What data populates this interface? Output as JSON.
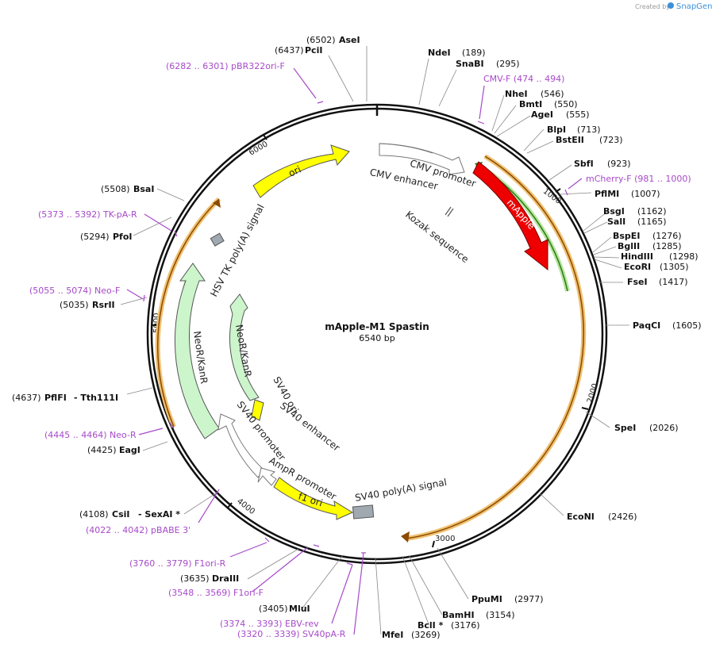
{
  "credit": {
    "prefix": "Created by",
    "brand": "SnapGene"
  },
  "plasmid": {
    "name": "mApple-M1 Spastin",
    "size": "6540 bp"
  },
  "ticks": [
    "1000",
    "2000",
    "3000",
    "4000",
    "5000",
    "6000"
  ],
  "features": {
    "ori": "ori",
    "cmv_enhancer": "CMV enhancer",
    "cmv_promoter": "CMV promoter",
    "kozak": "Kozak sequence",
    "mapple": "mApple",
    "hsv_tk": "HSV TK poly(A) signal",
    "neor1": "NeoR/KanR",
    "neor2": "NeoR/KanR",
    "sv40_ori": "SV40 ori",
    "sv40_enh": "SV40 enhancer",
    "sv40_prom": "SV40 promoter",
    "ampr_prom": "AmpR promoter",
    "f1ori": "f1 ori",
    "sv40pa": "SV40 poly(A) signal"
  },
  "enzymes": {
    "asei": {
      "name": "AseI",
      "pos": "(6502)"
    },
    "pcii": {
      "name": "PciI",
      "pos": "(6437)"
    },
    "ndei": {
      "name": "NdeI",
      "pos": "(189)"
    },
    "snabi": {
      "name": "SnaBI",
      "pos": "(295)"
    },
    "nhei": {
      "name": "NheI",
      "pos": "(546)"
    },
    "bmti": {
      "name": "BmtI",
      "pos": "(550)"
    },
    "agei": {
      "name": "AgeI",
      "pos": "(555)"
    },
    "blpi": {
      "name": "BlpI",
      "pos": "(713)"
    },
    "bsteii": {
      "name": "BstEII",
      "pos": "(723)"
    },
    "sbfi": {
      "name": "SbfI",
      "pos": "(923)"
    },
    "pflmi": {
      "name": "PflMI",
      "pos": "(1007)"
    },
    "bsgi": {
      "name": "BsgI",
      "pos": "(1162)"
    },
    "sali": {
      "name": "SalI",
      "pos": "(1165)"
    },
    "bspei": {
      "name": "BspEI",
      "pos": "(1276)"
    },
    "bglii": {
      "name": "BglII",
      "pos": "(1285)"
    },
    "hindiii": {
      "name": "HindIII",
      "pos": "(1298)"
    },
    "ecori": {
      "name": "EcoRI",
      "pos": "(1305)"
    },
    "fsei": {
      "name": "FseI",
      "pos": "(1417)"
    },
    "paqci": {
      "name": "PaqCI",
      "pos": "(1605)"
    },
    "spei": {
      "name": "SpeI",
      "pos": "(2026)"
    },
    "econi": {
      "name": "EcoNI",
      "pos": "(2426)"
    },
    "ppumi": {
      "name": "PpuMI",
      "pos": "(2977)"
    },
    "bamhi": {
      "name": "BamHI",
      "pos": "(3154)"
    },
    "bcli": {
      "name": "BclI *",
      "pos": "(3176)"
    },
    "mfei": {
      "name": "MfeI",
      "pos": "(3269)"
    },
    "mlui": {
      "name": "MluI",
      "pos": "(3405)"
    },
    "draiii": {
      "name": "DraIII",
      "pos": "(3635)"
    },
    "csii": {
      "name": "CsiI",
      "pos": "(4108)",
      "extra": "- SexAI *"
    },
    "eagi": {
      "name": "EagI",
      "pos": "(4425)"
    },
    "pflfi": {
      "name": "PflFI",
      "pos": "(4637)",
      "extra": "- Tth111I"
    },
    "rsrii": {
      "name": "RsrII",
      "pos": "(5035)"
    },
    "pfoi": {
      "name": "PfoI",
      "pos": "(5294)"
    },
    "bsai": {
      "name": "BsaI",
      "pos": "(5508)"
    }
  },
  "primers": {
    "pbr322": "(6282 .. 6301)  pBR322ori-F",
    "cmvf": "CMV-F   (474 .. 494)",
    "mcherry": "mCherry-F   (981 .. 1000)",
    "tkpa": "(5373 .. 5392)  TK-pA-R",
    "neof": "(5055 .. 5074)  Neo-F",
    "neor": "(4445 .. 4464)  Neo-R",
    "pbabe": "(4022 .. 4042)  pBABE 3'",
    "f1orir": "(3760 .. 3779)  F1ori-R",
    "f1orif": "(3548 .. 3569)  F1ori-F",
    "ebv": "(3374 .. 3393)  EBV-rev",
    "sv40pa": "(3320 .. 3339)  SV40pA-R"
  },
  "colors": {
    "ori": "#ffff00",
    "mapple": "#ee0000",
    "neor": "#ccf5cc",
    "orange": "#f0a030",
    "green": "#339933",
    "primer": "#a64ac9",
    "grey": "#a0a8b0"
  }
}
